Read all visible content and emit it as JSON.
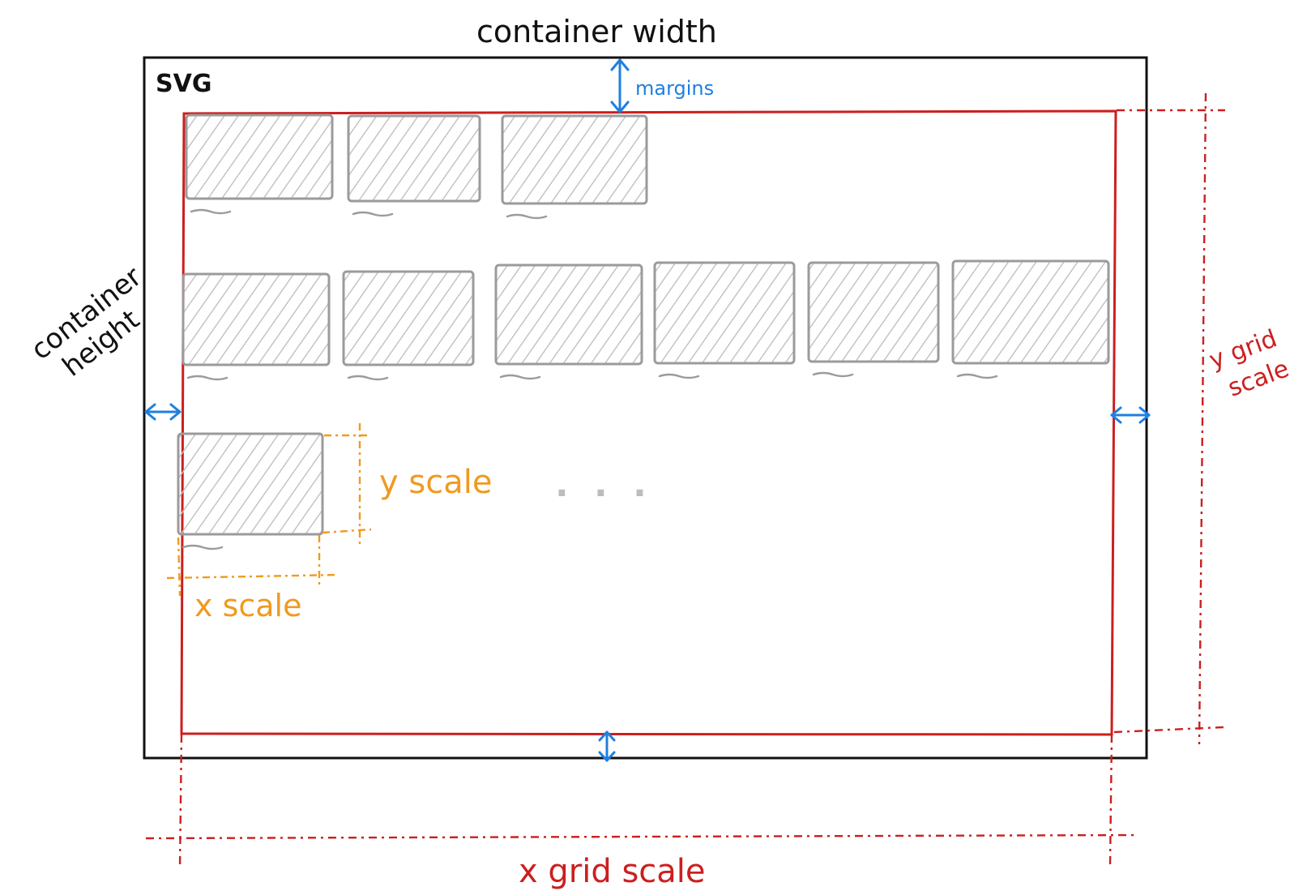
{
  "labels": {
    "container_width": "container width",
    "svg": "SVG",
    "margins": "margins",
    "container_height_line1": "container",
    "container_height_line2": "height",
    "y_grid_scale_line1": "y grid",
    "y_grid_scale_line2": "scale",
    "y_scale": "y scale",
    "x_scale": "x scale",
    "x_grid_scale": "x grid scale",
    "ellipsis": ". . ."
  },
  "colors": {
    "svg_border": "#111111",
    "grid_area": "#cc1f1f",
    "margins": "#1e7fe0",
    "cell_scale": "#f09a1f",
    "tiles": "#9b9b9b"
  },
  "grid": {
    "rows": [
      {
        "tile_count": 3
      },
      {
        "tile_count": 6
      },
      {
        "tile_count": 1,
        "continues": true
      }
    ]
  }
}
